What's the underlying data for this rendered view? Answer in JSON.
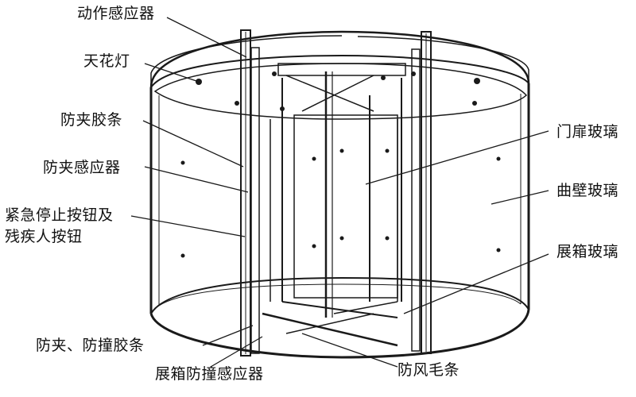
{
  "labels": {
    "motion_sensor": "动作感应器",
    "ceiling_light": "天花灯",
    "anti_pinch_strip": "防夹胶条",
    "anti_pinch_sensor": "防夹感应器",
    "emergency_stop_line1": "紧急停止按钮及",
    "emergency_stop_line2": "残疾人按钮",
    "anti_pinch_collision_strip": "防夹、防撞胶条",
    "showcase_collision_sensor": "展箱防撞感应器",
    "door_leaf_glass": "门扉玻璃",
    "curved_wall_glass": "曲壁玻璃",
    "showcase_glass": "展箱玻璃",
    "wind_brush_strip": "防风毛条"
  },
  "colors": {
    "line": "#1a1a1a",
    "fill": "#ffffff",
    "shade": "#c8c8c8"
  }
}
